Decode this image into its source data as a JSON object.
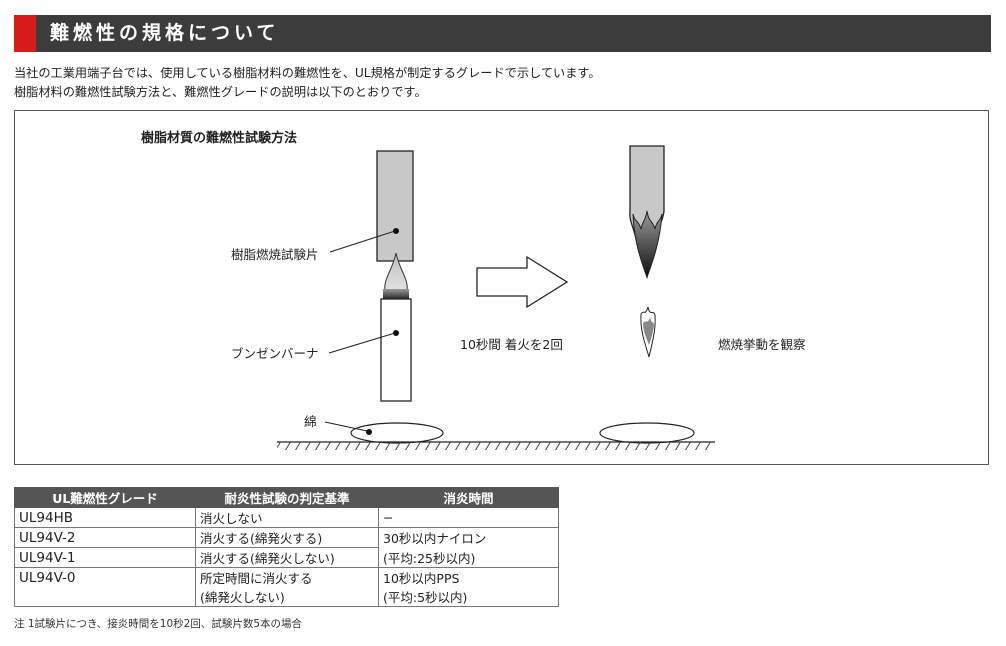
{
  "header": {
    "title": "難燃性の規格について",
    "accent_color": "#d61b1b",
    "bar_color": "#3c3c3c"
  },
  "intro": {
    "line1": "当社の工業用端子台では、使用している樹脂材料の難燃性を、UL規格が制定するグレードで示しています。",
    "line2": "樹脂材料の難燃性試験方法と、難燃性グレードの説明は以下のとおりです。"
  },
  "diagram": {
    "title": "樹脂材質の難燃性試験方法",
    "label_specimen": "樹脂燃焼試験片",
    "label_burner": "ブンゼンバーナ",
    "label_cotton": "綿",
    "label_ignition": "10秒間 着火を2回",
    "label_observe": "燃焼挙動を観察"
  },
  "table": {
    "headers": [
      "UL難燃性グレード",
      "耐炎性試験の判定基準",
      "消炎時間"
    ],
    "rows": [
      {
        "grade": "UL94HB",
        "criteria": [
          "消火しない"
        ],
        "time": [
          "−"
        ]
      },
      {
        "grade": "UL94V-2",
        "criteria": [
          "消火する(綿発火する)"
        ],
        "time": [
          "30秒以内ナイロン",
          "(平均:25秒以内)"
        ]
      },
      {
        "grade": "UL94V-1",
        "criteria": [
          "消火する(綿発火しない)"
        ]
      },
      {
        "grade": "UL94V-0",
        "criteria": [
          "所定時間に消火する",
          "(綿発火しない)"
        ],
        "time": [
          "10秒以内PPS",
          "(平均:5秒以内)"
        ]
      }
    ],
    "header_color": "#555555"
  },
  "footnote": "注 1試験片につき、接炎時間を10秒2回、試験片数5本の場合"
}
